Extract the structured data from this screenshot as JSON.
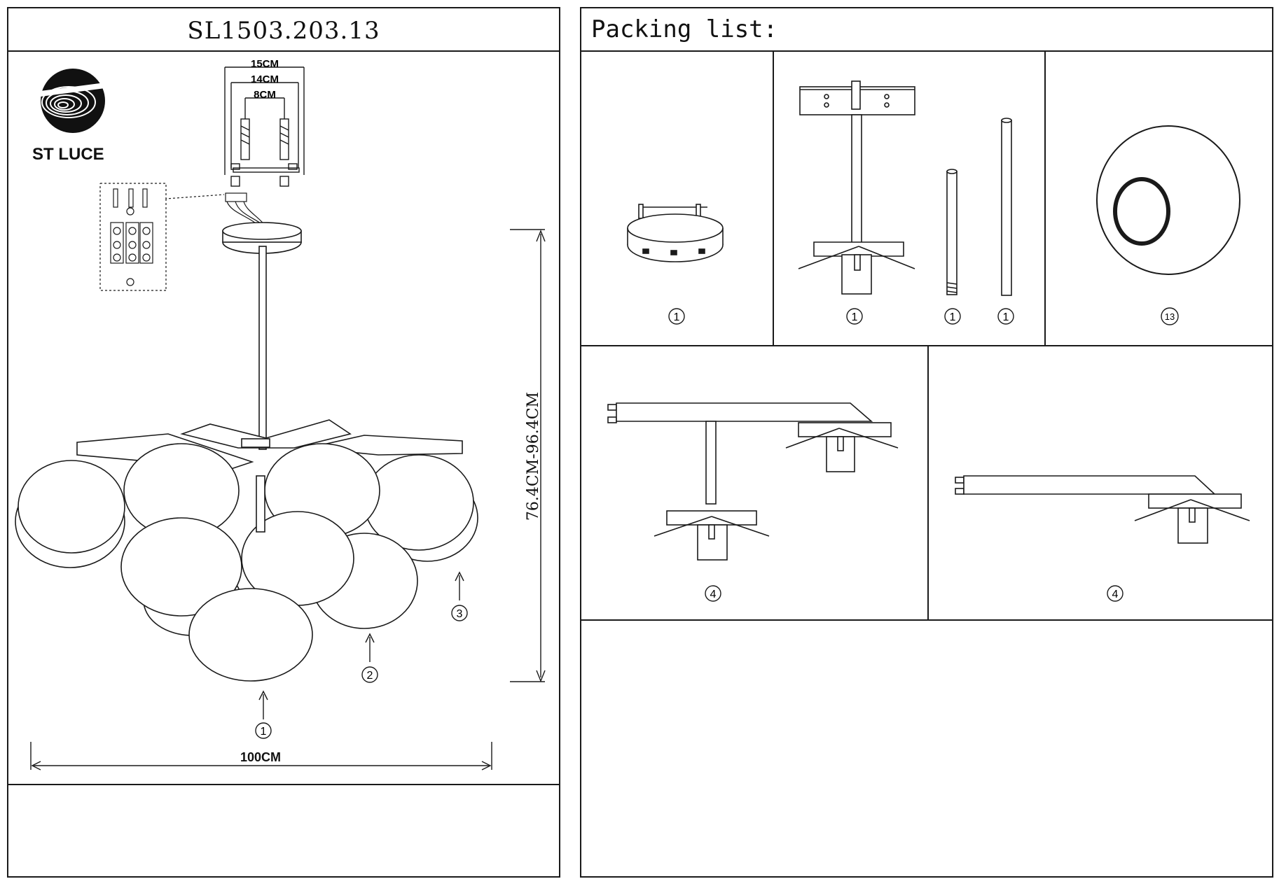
{
  "header": {
    "model": "SL1503.203.13",
    "packing_title": "Packing list:"
  },
  "brand": {
    "name": "ST LUCE"
  },
  "dimensions": {
    "mount_outer": "15CM",
    "mount_mid": "14CM",
    "mount_inner": "8CM",
    "height": "76.4CM-96.4CM",
    "width": "100CM"
  },
  "callouts": {
    "shade_1": "1",
    "shade_2": "2",
    "shade_3": "3"
  },
  "packing": {
    "canopy_qty": "1",
    "body_qty": "1",
    "rod_short_qty": "1",
    "rod_long_qty": "1",
    "shade_qty": "13",
    "arm_double_qty": "4",
    "arm_single_qty": "4"
  },
  "colors": {
    "line": "#1a1a1a",
    "background": "#ffffff"
  }
}
